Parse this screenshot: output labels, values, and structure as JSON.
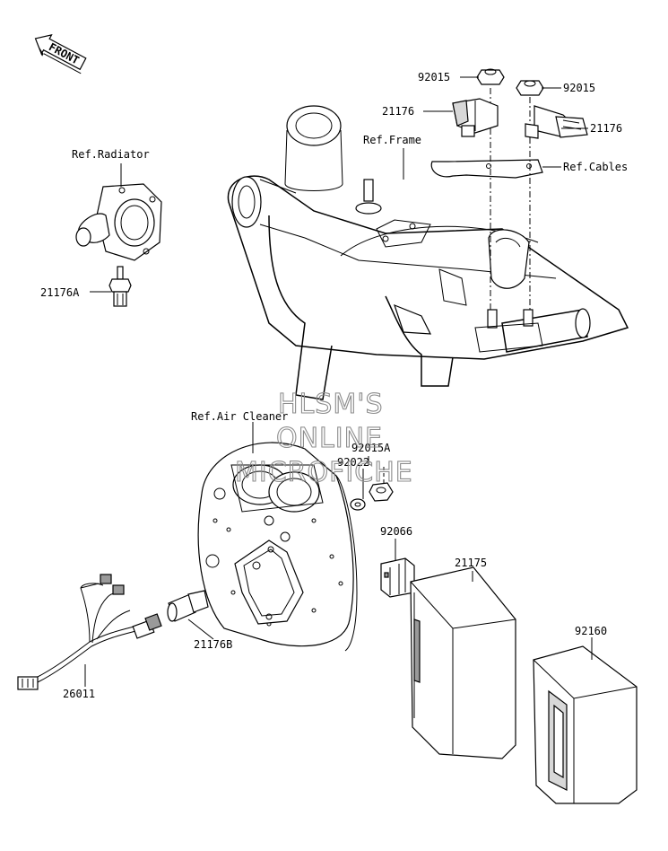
{
  "watermark": {
    "line1": "HLSM'S",
    "line2": "ONLINE",
    "line3": "MICROFICHE"
  },
  "front_arrow": {
    "label": "FRONT"
  },
  "refs": {
    "radiator": "Ref.Radiator",
    "frame": "Ref.Frame",
    "cables": "Ref.Cables",
    "air_cleaner": "Ref.Air Cleaner"
  },
  "parts": {
    "p92015_left": "92015",
    "p92015_right": "92015",
    "p21176_left": "21176",
    "p21176_right": "21176",
    "p21176A": "21176A",
    "p92015A": "92015A",
    "p92022": "92022",
    "p92066": "92066",
    "p21175": "21175",
    "p92160": "92160",
    "p21176B": "21176B",
    "p26011": "26011"
  }
}
